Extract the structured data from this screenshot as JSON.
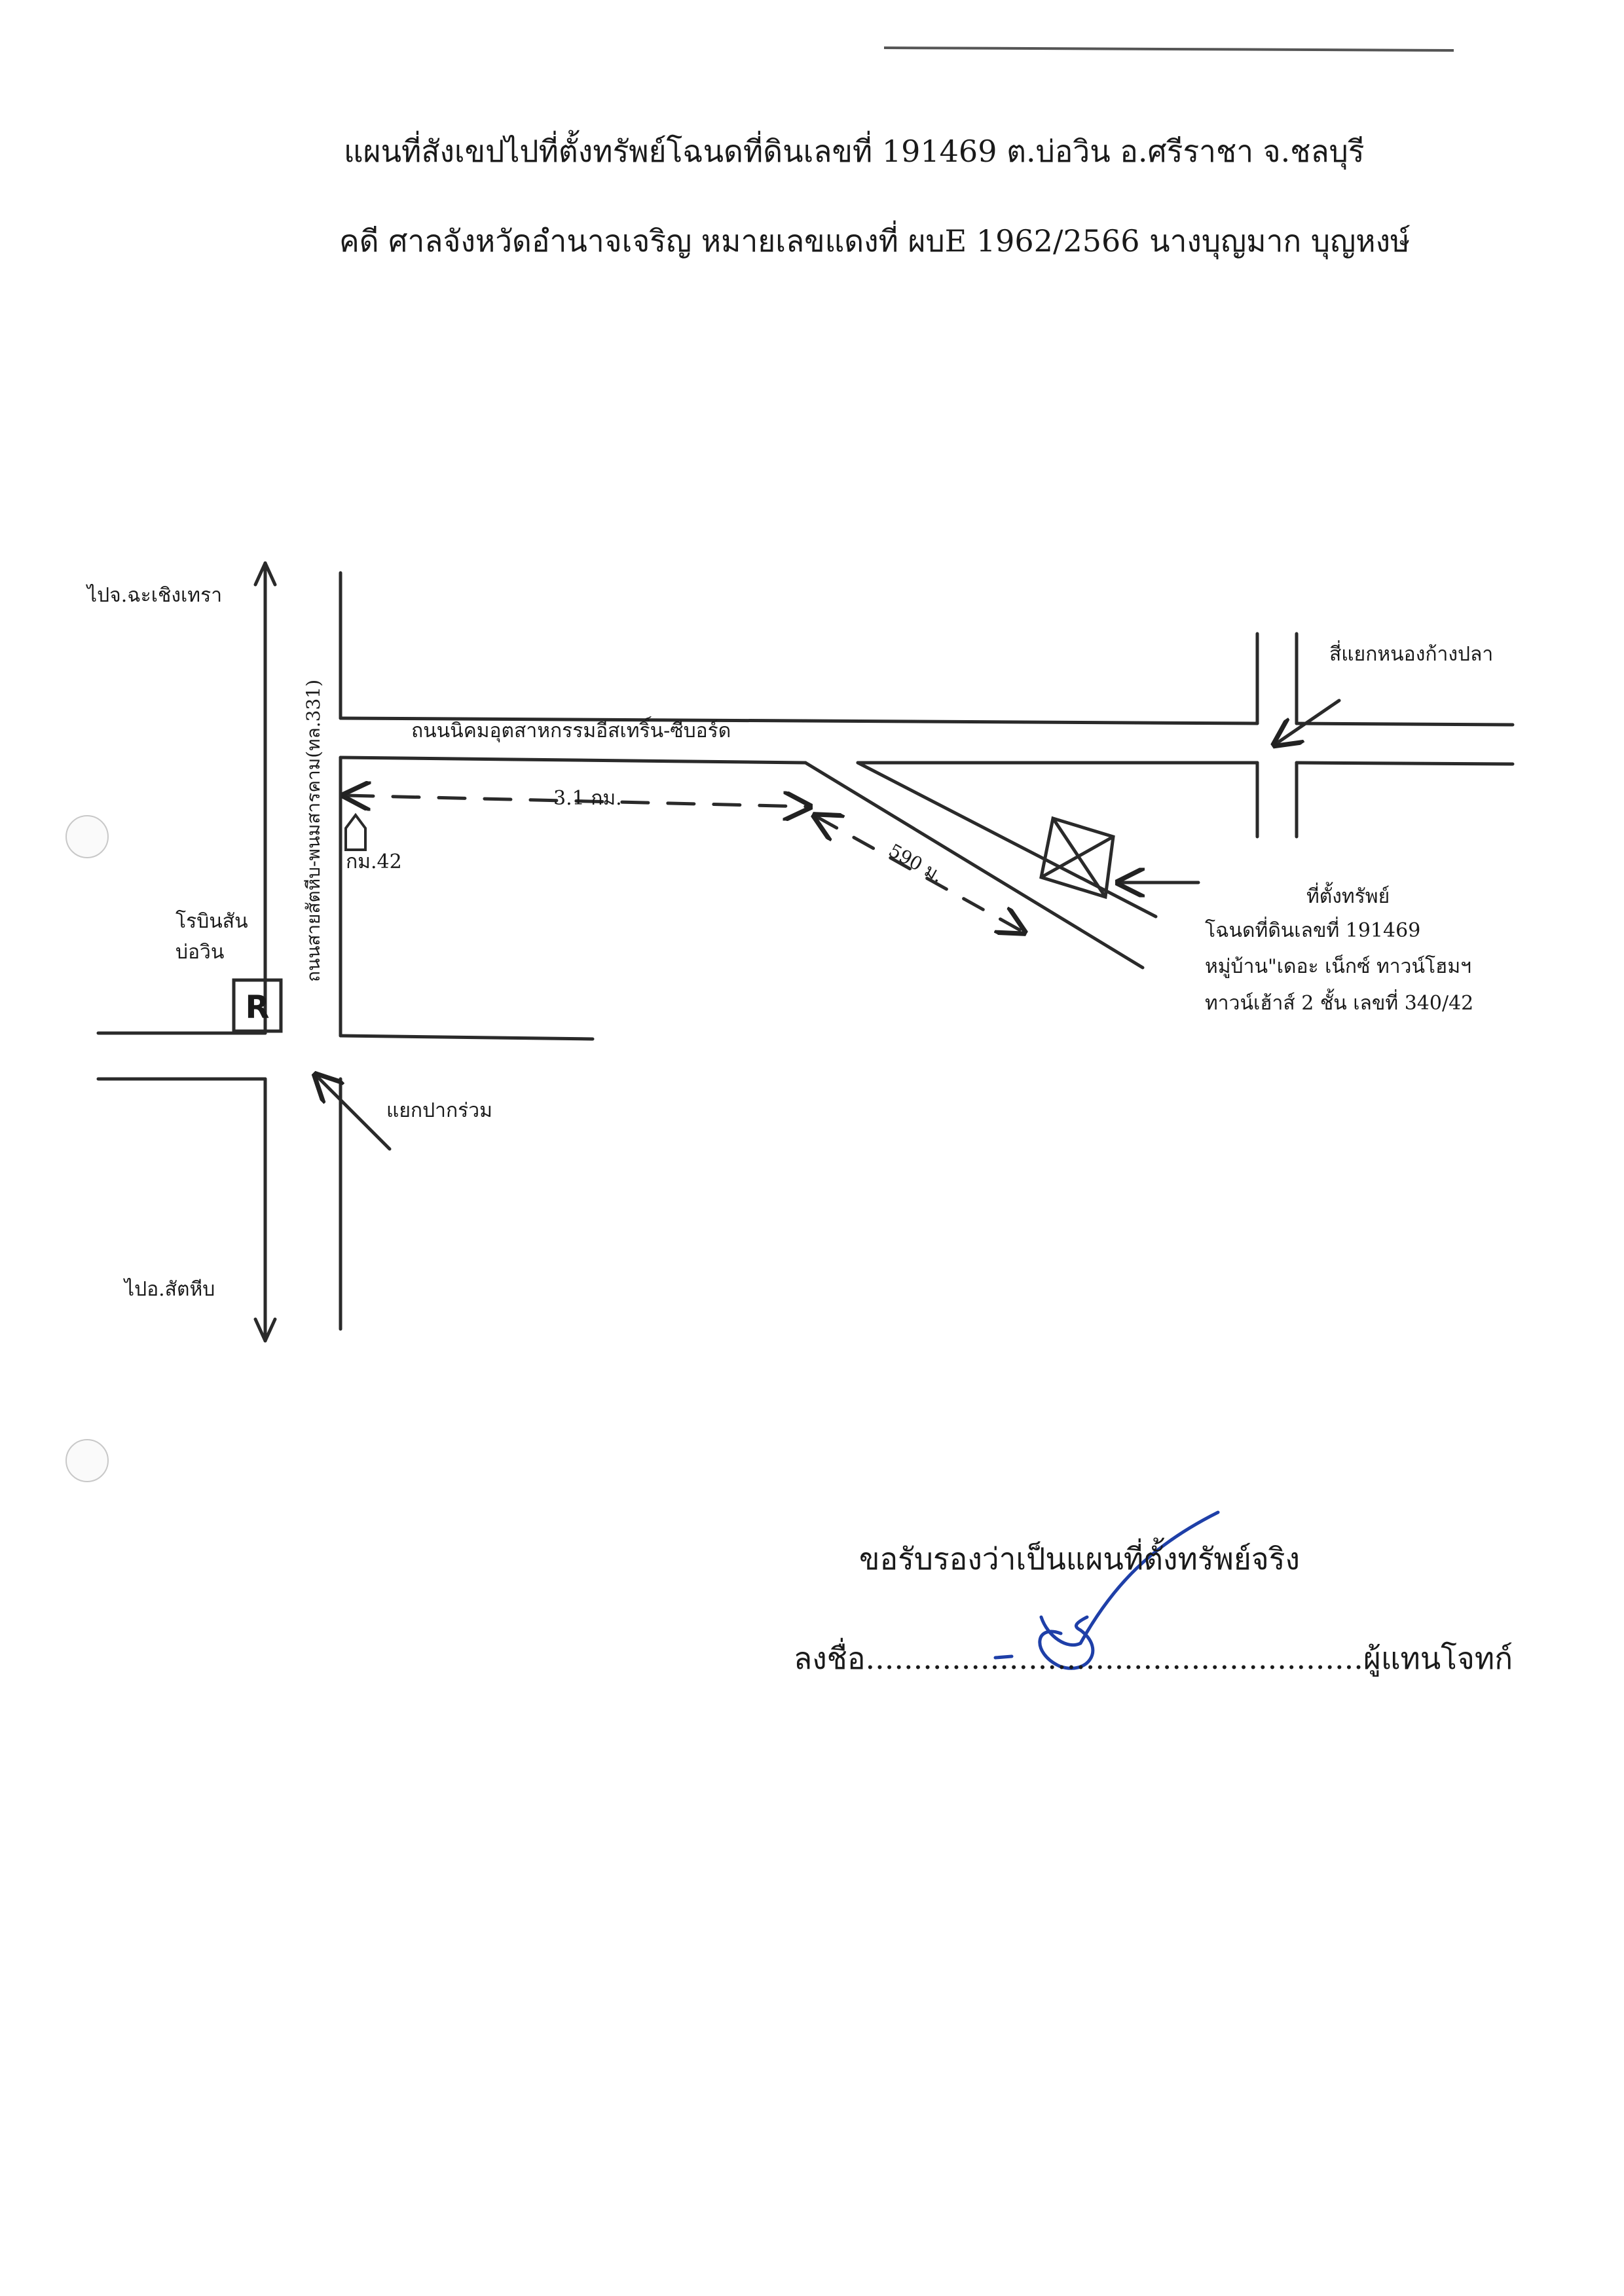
{
  "header": {
    "title_line1": "แผนที่สังเขปไปที่ตั้งทรัพย์โฉนดที่ดินเลขที่ 191469 ต.บ่อวิน อ.ศรีราชา จ.ชลบุรี",
    "title_line2": "คดี ศาลจังหวัดอำนาจเจริญ หมายเลขแดงที่ ผบE 1962/2566 นางบุญมาก บุญหงษ์"
  },
  "map": {
    "to_north": "ไปจ.ฉะเชิงเทรา",
    "to_south": "ไปอ.สัตหีบ",
    "vertical_road": "ถนนสายสัตหีบ-พนมสารคาม(ทล.331)",
    "horizontal_road": "ถนนนิคมอุตสาหกรรมอีสเทริ์น-ซีบอร์ด",
    "right_junction": "สี่แยกหนองก้างปลา",
    "distance_main": "3.1 กม.",
    "distance_branch": "590 ม.",
    "km_marker": "กม.42",
    "landmark_line1": "โรบินสัน",
    "landmark_line2": "บ่อวิน",
    "landmark_symbol": "R",
    "bottom_junction": "แยกปากร่วม",
    "property_lines": [
      "ที่ตั้งทรัพย์",
      "โฉนดที่ดินเลขที่ 191469",
      "หมู่บ้าน\"เดอะ เน็กซ์ ทาวน์โฮมฯ",
      "ทาวน์เฮ้าส์ 2 ชั้น เลขที่ 340/42"
    ]
  },
  "footer": {
    "certify": "ขอรับรองว่าเป็นแผนที่ตั้งทรัพย์จริง",
    "sign_prefix": "ลงชื่อ",
    "sign_dots": "....................................................",
    "sign_suffix": "ผู้แทนโจทก์"
  }
}
